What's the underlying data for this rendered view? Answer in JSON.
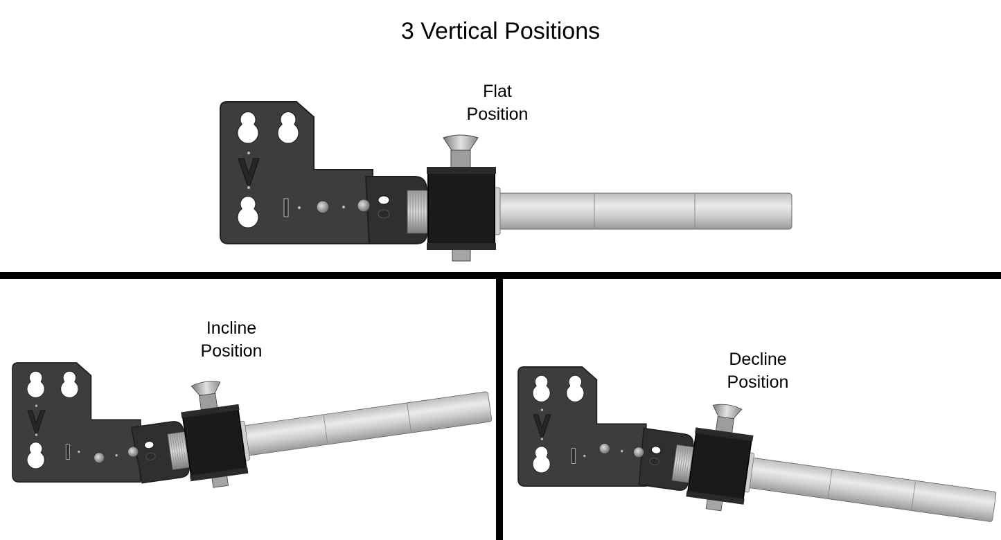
{
  "diagram": {
    "title": "3 Vertical Positions",
    "panels": [
      {
        "id": "flat",
        "line1": "Flat",
        "line2": "Position",
        "angle_deg": 0
      },
      {
        "id": "incline",
        "line1": "Incline",
        "line2": "Position",
        "angle_deg": -8
      },
      {
        "id": "decline",
        "line1": "Decline",
        "line2": "Position",
        "angle_deg": 8
      }
    ],
    "colors": {
      "plate": "#3d3d3d",
      "plate_edge": "#1e1e1e",
      "collar": "#1a1a1a",
      "sleeve_light": "#e6e6e6",
      "sleeve_dark": "#9c9c9c",
      "divider": "#000000"
    }
  }
}
